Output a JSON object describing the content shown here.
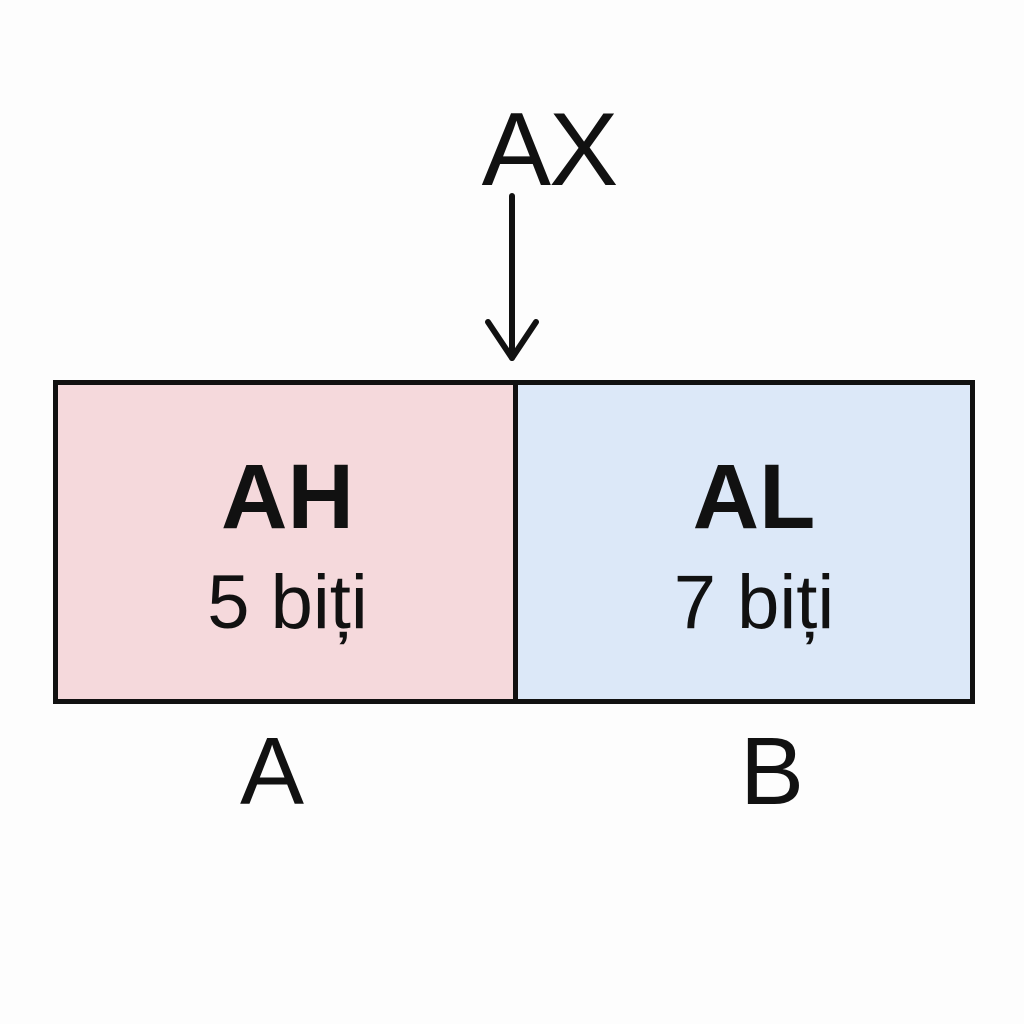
{
  "diagram": {
    "top_label": "AX",
    "register": {
      "high": {
        "name": "AH",
        "bits": "5 biți",
        "fill": "#f5d9dc"
      },
      "low": {
        "name": "AL",
        "bits": "7 biți",
        "fill": "#dce8f8"
      }
    },
    "bottom_labels": {
      "left": "A",
      "right": "B"
    },
    "colors": {
      "stroke": "#111111",
      "background": "#fdfdfd"
    }
  }
}
